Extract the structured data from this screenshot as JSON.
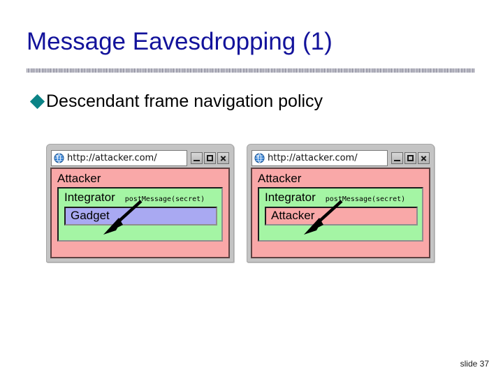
{
  "slide": {
    "title": "Message Eavesdropping (1)",
    "bullet": {
      "icon": "diamond-bullet",
      "text": "Descendant frame navigation policy",
      "color": "#0b8386"
    },
    "footer": {
      "slide_number": "slide 37"
    },
    "colors": {
      "title": "#12129b",
      "attacker_frame": "#f9a8a8",
      "integrator_frame": "#a4f5a4",
      "gadget_frame": "#a9a9f2",
      "window_chrome": "#c4c4c4"
    }
  },
  "diagram": {
    "windows": [
      {
        "id": "left",
        "url": "http://attacker.com/",
        "favicon": "globe-icon",
        "controls": {
          "minimize": "minimize-icon",
          "maximize": "maximize-icon",
          "close": "close-icon"
        },
        "outer_frame_label": "Attacker",
        "middle_frame_label": "Integrator",
        "annotation": "postMessage(secret)",
        "inner_frame_label": "Gadget",
        "inner_frame_color": "#a9a9f2",
        "arrow": "postmessage-arrow"
      },
      {
        "id": "right",
        "url": "http://attacker.com/",
        "favicon": "globe-icon",
        "controls": {
          "minimize": "minimize-icon",
          "maximize": "maximize-icon",
          "close": "close-icon"
        },
        "outer_frame_label": "Attacker",
        "middle_frame_label": "Integrator",
        "annotation": "postMessage(secret)",
        "inner_frame_label": "Attacker",
        "inner_frame_color": "#f9a8a8",
        "arrow": "postmessage-arrow"
      }
    ]
  }
}
